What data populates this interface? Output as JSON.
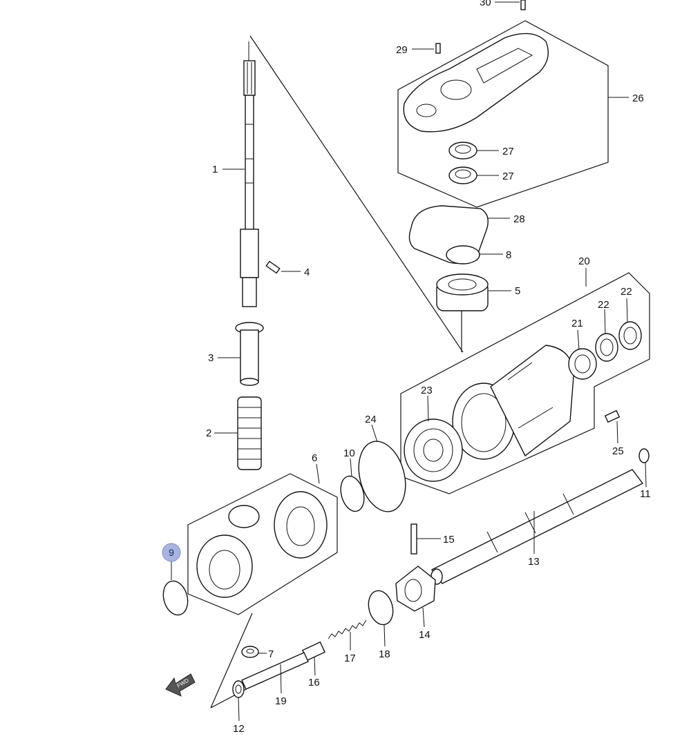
{
  "diagram": {
    "selected_callout": "9",
    "selected_color": "#a8b4e0",
    "callouts": {
      "c1": "1",
      "c2": "2",
      "c3": "3",
      "c4": "4",
      "c5": "5",
      "c6": "6",
      "c7": "7",
      "c8": "8",
      "c9": "9",
      "c10": "10",
      "c11": "11",
      "c12": "12",
      "c13": "13",
      "c14": "14",
      "c15": "15",
      "c16": "16",
      "c17": "17",
      "c18": "18",
      "c19": "19",
      "c20": "20",
      "c21": "21",
      "c22a": "22",
      "c22b": "22",
      "c23": "23",
      "c24": "24",
      "c25": "25",
      "c26": "26",
      "c27a": "27",
      "c27b": "27",
      "c28": "28",
      "c29": "29",
      "c30": "30"
    },
    "fwd_label": "FWD"
  }
}
